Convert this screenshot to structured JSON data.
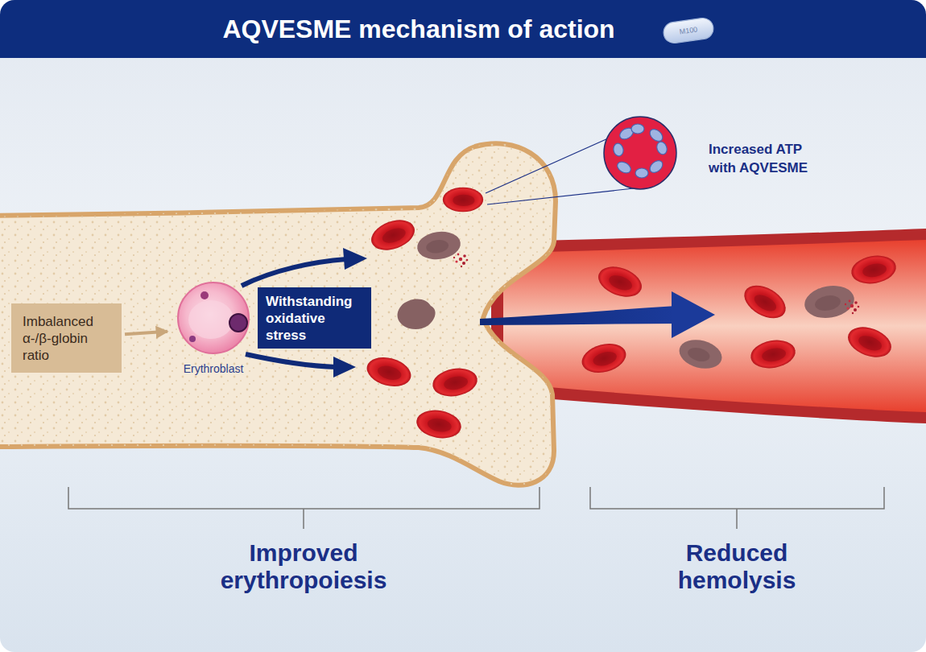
{
  "diagram": {
    "title": "AQVESME mechanism of action",
    "nodes": [
      {
        "text": [
          "Imbalanced α-/β-globin ratio"
        ]
      },
      {
        "text": [
          "Erythroblast"
        ]
      },
      {
        "text": [
          "Withstanding oxidative stress"
        ]
      }
    ],
    "edges": [
      {
        "from": 0,
        "to": 1,
        "arrow": "to"
      }
    ],
    "labels": [
      "M100",
      "Increased ATP with AQVESME",
      "Improved erythropoiesis",
      "Reduced hemolysis"
    ]
  }
}
